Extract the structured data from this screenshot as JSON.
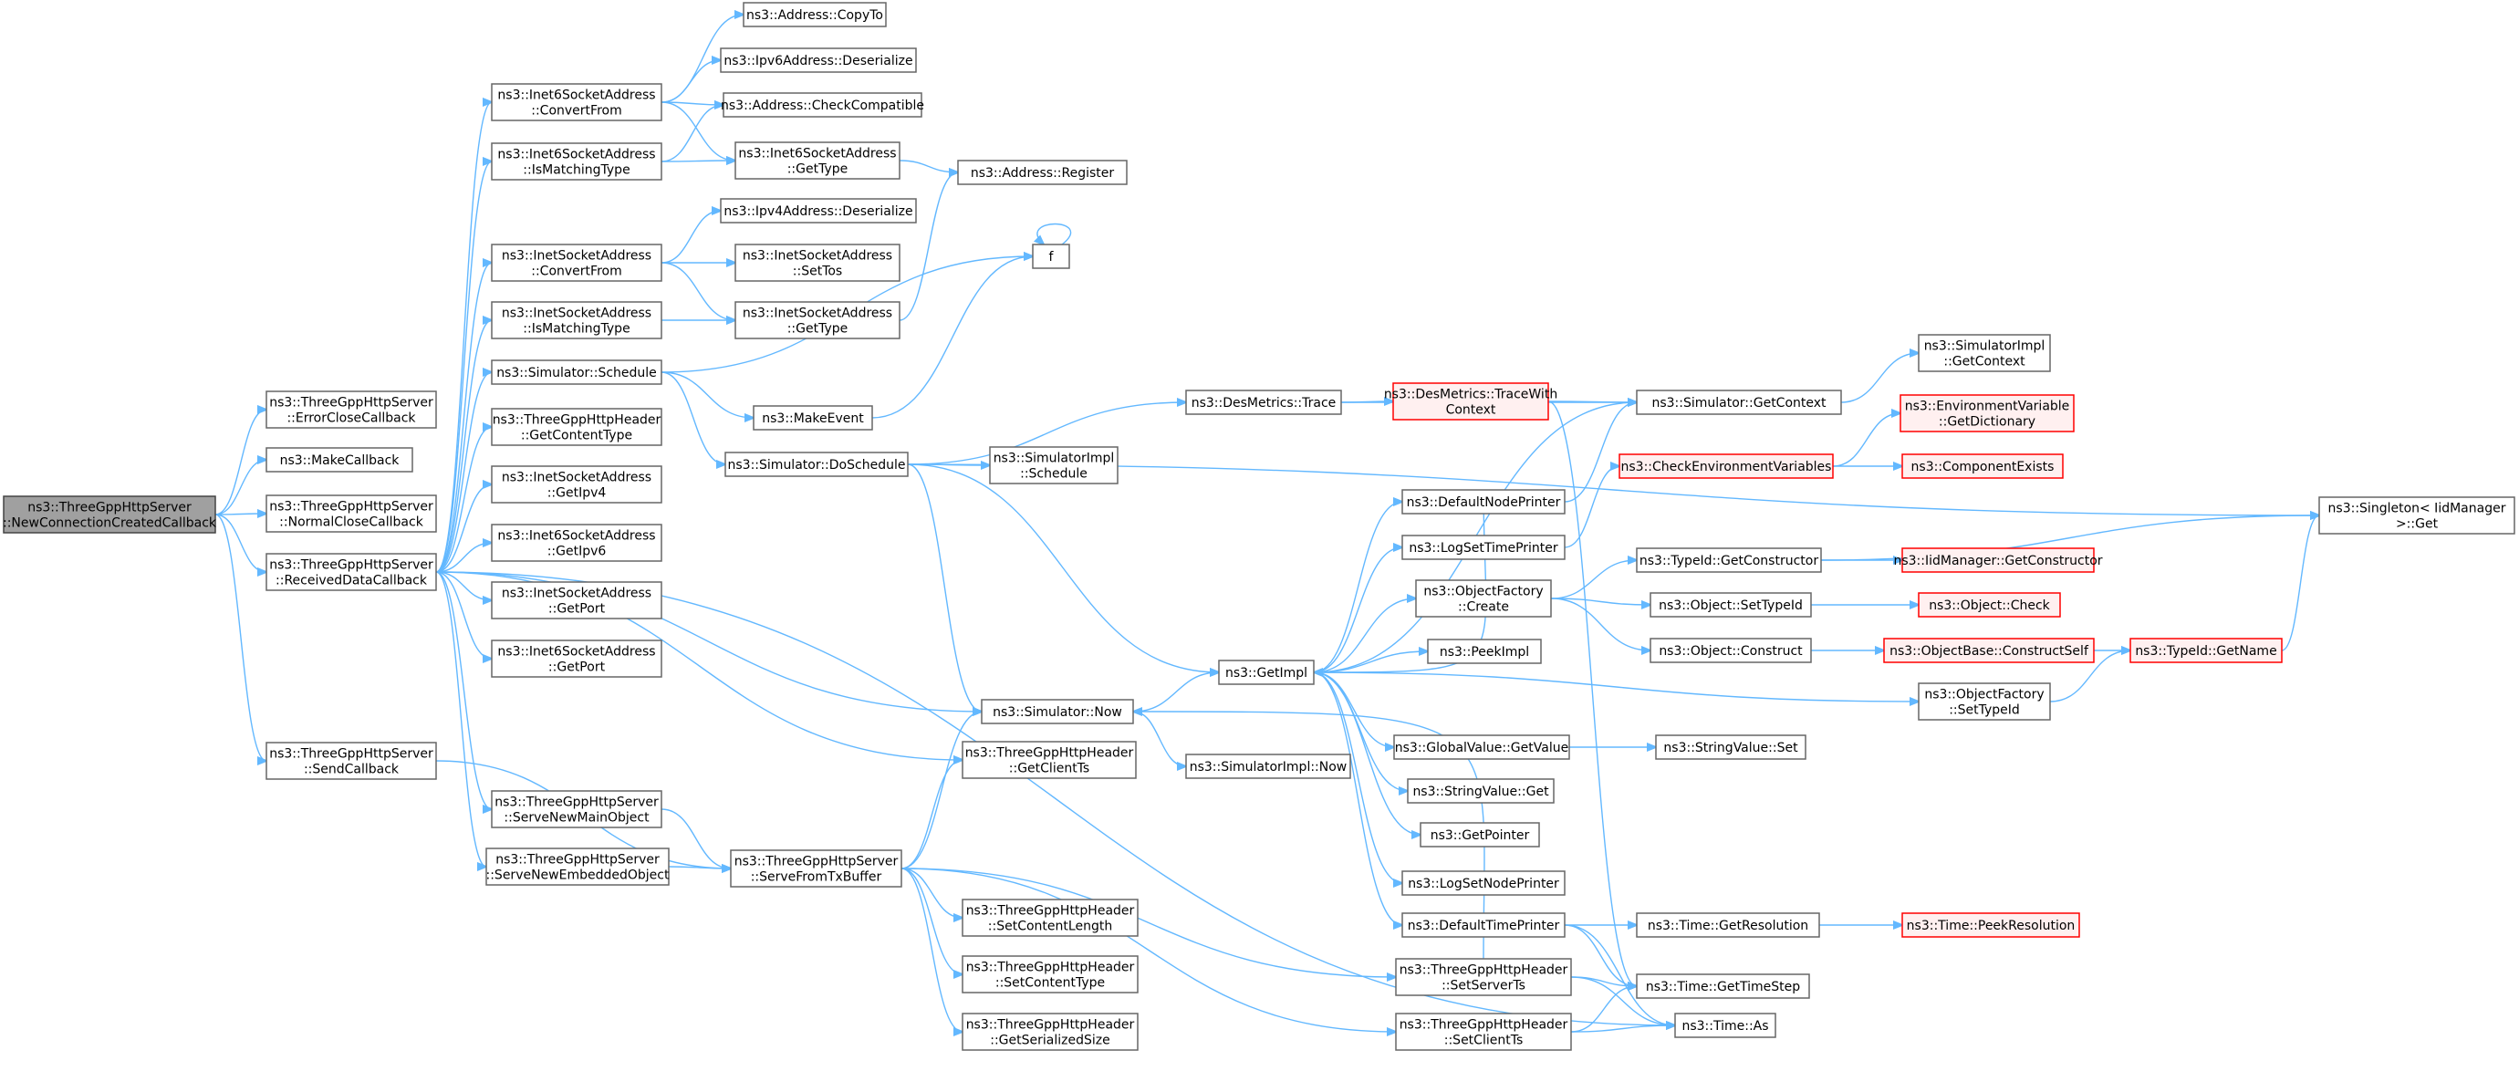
{
  "title": "",
  "colors": {
    "edge": "#63b8ff",
    "node_border": "#666666",
    "focus_fill": "#a0a0a0",
    "red_border": "#ff0000"
  },
  "nodes": {
    "root": [
      "ns3::ThreeGppHttpServer",
      "::NewConnectionCreatedCallback"
    ],
    "errclose": [
      "ns3::ThreeGppHttpServer",
      "::ErrorCloseCallback"
    ],
    "makecb": [
      "ns3::MakeCallback"
    ],
    "normclose": [
      "ns3::ThreeGppHttpServer",
      "::NormalCloseCallback"
    ],
    "recvdata": [
      "ns3::ThreeGppHttpServer",
      "::ReceivedDataCallback"
    ],
    "sendcb": [
      "ns3::ThreeGppHttpServer",
      "::SendCallback"
    ],
    "in6conv": [
      "ns3::Inet6SocketAddress",
      "::ConvertFrom"
    ],
    "in6match": [
      "ns3::Inet6SocketAddress",
      "::IsMatchingType"
    ],
    "inconv": [
      "ns3::InetSocketAddress",
      "::ConvertFrom"
    ],
    "inmatch": [
      "ns3::InetSocketAddress",
      "::IsMatchingType"
    ],
    "simsched": [
      "ns3::Simulator::Schedule"
    ],
    "getctype": [
      "ns3::ThreeGppHttpHeader",
      "::GetContentType"
    ],
    "getipv4": [
      "ns3::InetSocketAddress",
      "::GetIpv4"
    ],
    "getipv6": [
      "ns3::Inet6SocketAddress",
      "::GetIpv6"
    ],
    "inport": [
      "ns3::InetSocketAddress",
      "::GetPort"
    ],
    "in6port": [
      "ns3::Inet6SocketAddress",
      "::GetPort"
    ],
    "servemain": [
      "ns3::ThreeGppHttpServer",
      "::ServeNewMainObject"
    ],
    "serveemb": [
      "ns3::ThreeGppHttpServer",
      "::ServeNewEmbeddedObject"
    ],
    "copyto": [
      "ns3::Address::CopyTo"
    ],
    "ip6deser": [
      "ns3::Ipv6Address::Deserialize"
    ],
    "checkcompat": [
      "ns3::Address::CheckCompatible"
    ],
    "in6type": [
      "ns3::Inet6SocketAddress",
      "::GetType"
    ],
    "ip4deser": [
      "ns3::Ipv4Address::Deserialize"
    ],
    "settos": [
      "ns3::InetSocketAddress",
      "::SetTos"
    ],
    "intype": [
      "ns3::InetSocketAddress",
      "::GetType"
    ],
    "makeevent": [
      "ns3::MakeEvent"
    ],
    "dosched": [
      "ns3::Simulator::DoSchedule"
    ],
    "simnow": [
      "ns3::Simulator::Now"
    ],
    "getclientts": [
      "ns3::ThreeGppHttpHeader",
      "::GetClientTs"
    ],
    "servetx": [
      "ns3::ThreeGppHttpServer",
      "::ServeFromTxBuffer"
    ],
    "setclen": [
      "ns3::ThreeGppHttpHeader",
      "::SetContentLength"
    ],
    "setctype": [
      "ns3::ThreeGppHttpHeader",
      "::SetContentType"
    ],
    "getsersize": [
      "ns3::ThreeGppHttpHeader",
      "::GetSerializedSize"
    ],
    "addrreg": [
      "ns3::Address::Register"
    ],
    "f": [
      "f"
    ],
    "implsched": [
      "ns3::SimulatorImpl",
      "::Schedule"
    ],
    "desmtrace": [
      "ns3::DesMetrics::Trace"
    ],
    "implnow": [
      "ns3::SimulatorImpl::Now"
    ],
    "getimpl": [
      "ns3::GetImpl"
    ],
    "traceww": [
      "ns3::DesMetrics::TraceWith",
      "Context"
    ],
    "defnode": [
      "ns3::DefaultNodePrinter"
    ],
    "logtime": [
      "ns3::LogSetTimePrinter"
    ],
    "objcreate": [
      "ns3::ObjectFactory",
      "::Create"
    ],
    "peekimpl": [
      "ns3::PeekImpl"
    ],
    "gvget": [
      "ns3::GlobalValue::GetValue"
    ],
    "svget": [
      "ns3::StringValue::Get"
    ],
    "getptr": [
      "ns3::GetPointer"
    ],
    "lognode": [
      "ns3::LogSetNodePrinter"
    ],
    "deftime": [
      "ns3::DefaultTimePrinter"
    ],
    "setserverts": [
      "ns3::ThreeGppHttpHeader",
      "::SetServerTs"
    ],
    "setclientts": [
      "ns3::ThreeGppHttpHeader",
      "::SetClientTs"
    ],
    "simctx": [
      "ns3::Simulator::GetContext"
    ],
    "checkenv": [
      "ns3::CheckEnvironmentVariables"
    ],
    "tidctor": [
      "ns3::TypeId::GetConstructor"
    ],
    "objsettid": [
      "ns3::Object::SetTypeId"
    ],
    "objconstruct": [
      "ns3::Object::Construct"
    ],
    "ofsettid": [
      "ns3::ObjectFactory",
      "::SetTypeId"
    ],
    "svset": [
      "ns3::StringValue::Set"
    ],
    "timeres": [
      "ns3::Time::GetResolution"
    ],
    "timestep": [
      "ns3::Time::GetTimeStep"
    ],
    "timeas": [
      "ns3::Time::As"
    ],
    "implctx": [
      "ns3::SimulatorImpl",
      "::GetContext"
    ],
    "envdict": [
      "ns3::EnvironmentVariable",
      "::GetDictionary"
    ],
    "compexists": [
      "ns3::ComponentExists"
    ],
    "iidctor": [
      "ns3::IidManager::GetConstructor"
    ],
    "objcheck": [
      "ns3::Object::Check"
    ],
    "constructself": [
      "ns3::ObjectBase::ConstructSelf"
    ],
    "tidname": [
      "ns3::TypeId::GetName"
    ],
    "peekres": [
      "ns3::Time::PeekResolution"
    ],
    "singleton": [
      "ns3::Singleton< IidManager",
      " >::Get"
    ]
  }
}
